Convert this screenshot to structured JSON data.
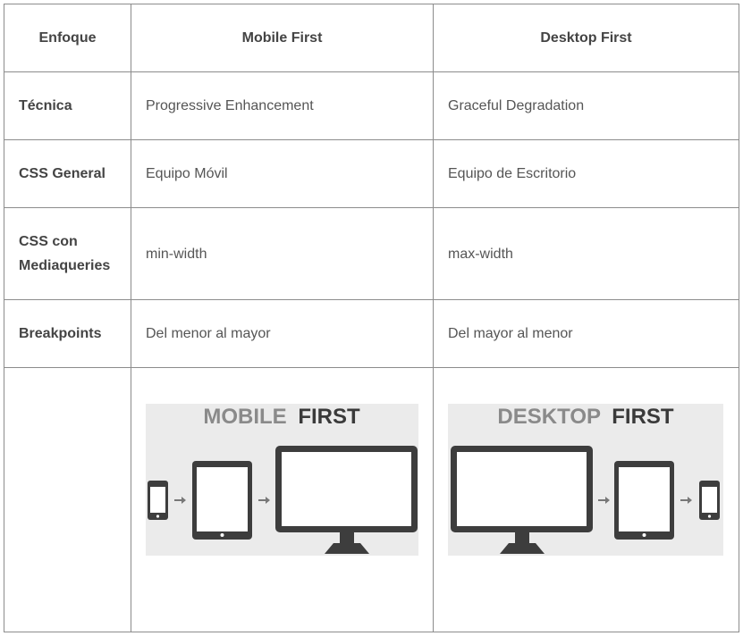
{
  "headers": {
    "col1": "Enfoque",
    "col2": "Mobile First",
    "col3": "Desktop First"
  },
  "rows": [
    {
      "label": "Técnica",
      "mobile": "Progressive Enhancement",
      "desktop": "Graceful Degradation"
    },
    {
      "label": "CSS General",
      "mobile": "Equipo Móvil",
      "desktop": "Equipo de Escritorio"
    },
    {
      "label": "CSS con Mediaqueries",
      "mobile": "min-width",
      "desktop": "max-width"
    },
    {
      "label": "Breakpoints",
      "mobile": "Del menor al mayor",
      "desktop": "Del mayor al menor"
    }
  ],
  "images": {
    "mobile_first": {
      "word1": "MOBILE",
      "word2": "FIRST"
    },
    "desktop_first": {
      "word1": "DESKTOP",
      "word2": "FIRST"
    }
  },
  "colors": {
    "border": "#8c8c8c",
    "device": "#3d3d3d",
    "arrow": "#777777",
    "image_bg": "#ebebeb"
  }
}
